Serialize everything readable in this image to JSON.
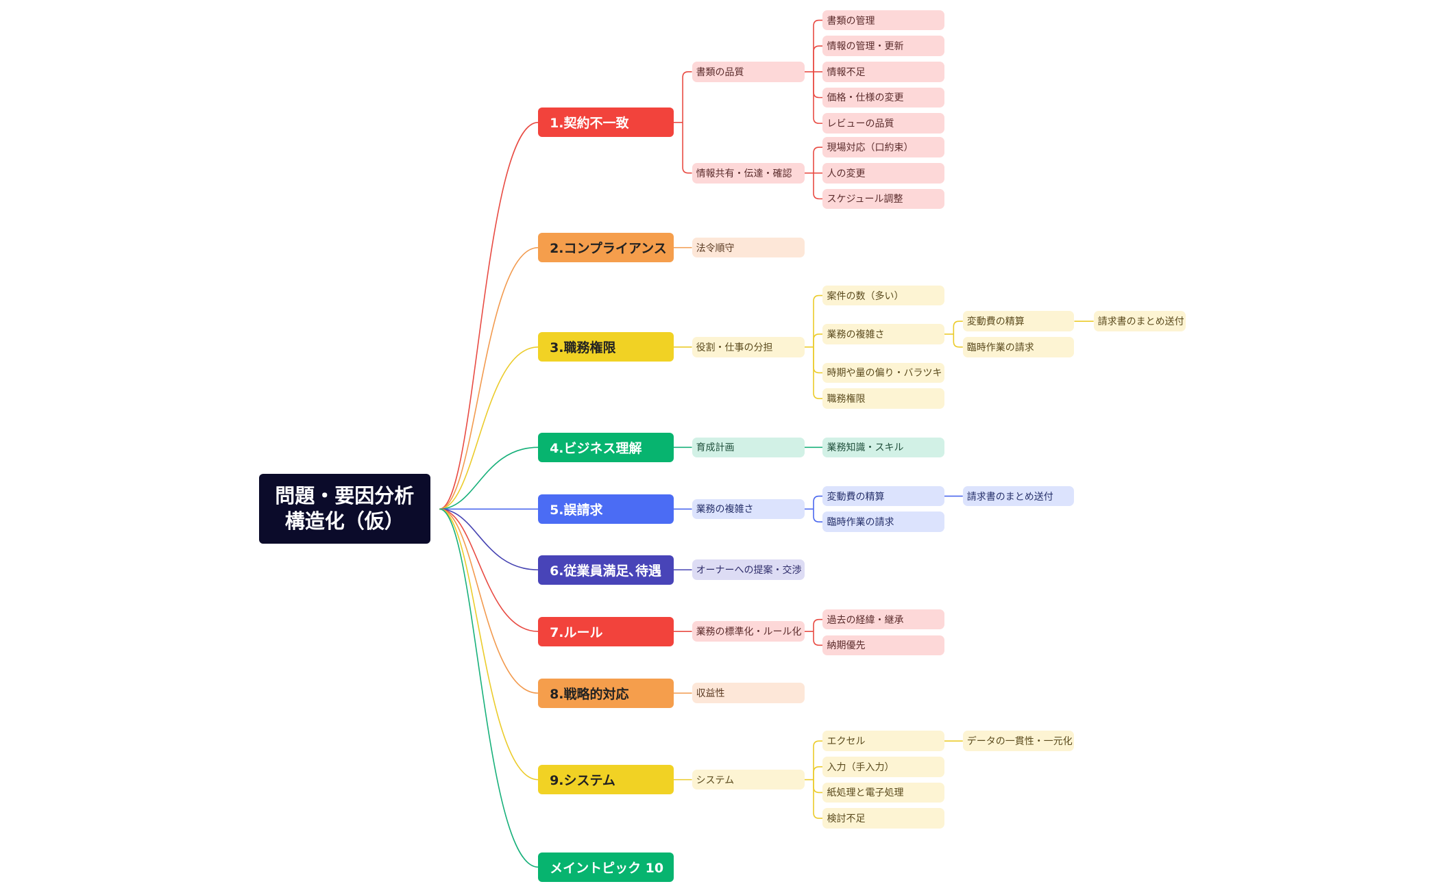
{
  "palette": {
    "red": {
      "fill": "#F2433C",
      "text": "#ffffff",
      "light": "#FDD8D8",
      "line": "#E84A42",
      "lightText": "#5a2b2b"
    },
    "orange": {
      "fill": "#F59E4C",
      "text": "#222222",
      "light": "#FDE7D8",
      "line": "#F29A4E",
      "lightText": "#5a3a22"
    },
    "yellow": {
      "fill": "#F1D224",
      "text": "#222222",
      "light": "#FDF4D3",
      "line": "#EBCB2A",
      "lightText": "#5a4a1d"
    },
    "green": {
      "fill": "#07B46F",
      "text": "#ffffff",
      "light": "#D2F1E6",
      "line": "#17B07A",
      "lightText": "#1f4f3b"
    },
    "blue": {
      "fill": "#4B6CF4",
      "text": "#ffffff",
      "light": "#DCE3FD",
      "line": "#4A67EE",
      "lightText": "#26306a"
    },
    "indigo": {
      "fill": "#4844B8",
      "text": "#ffffff",
      "light": "#DDDCF4",
      "line": "#4643B2",
      "lightText": "#2e2c6a"
    },
    "central": "#0B0B2A"
  },
  "mindmap": {
    "root": {
      "title": "問題・要因分析\n構造化（仮）",
      "children": [
        {
          "label": "1.契約不一致",
          "color": "red",
          "children": [
            {
              "label": "書類の品質",
              "children": [
                {
                  "label": "書類の管理"
                },
                {
                  "label": "情報の管理・更新"
                },
                {
                  "label": "情報不足"
                },
                {
                  "label": "価格・仕様の変更"
                },
                {
                  "label": "レビューの品質"
                }
              ]
            },
            {
              "label": "情報共有・伝達・確認",
              "children": [
                {
                  "label": "現場対応（口約束）"
                },
                {
                  "label": "人の変更"
                },
                {
                  "label": "スケジュール調整"
                }
              ]
            }
          ]
        },
        {
          "label": "2.コンプライアンス",
          "color": "orange",
          "children": [
            {
              "label": "法令順守"
            }
          ]
        },
        {
          "label": "3.職務権限",
          "color": "yellow",
          "children": [
            {
              "label": "役割・仕事の分担",
              "children": [
                {
                  "label": "案件の数（多い）"
                },
                {
                  "label": "業務の複雑さ",
                  "children": [
                    {
                      "label": "変動費の精算",
                      "children": [
                        {
                          "label": "請求書のまとめ送付"
                        }
                      ]
                    },
                    {
                      "label": "臨時作業の請求"
                    }
                  ]
                },
                {
                  "label": "時期や量の偏り・バラツキ"
                },
                {
                  "label": "職務権限"
                }
              ]
            }
          ]
        },
        {
          "label": "4.ビジネス理解",
          "color": "green",
          "children": [
            {
              "label": "育成計画",
              "children": [
                {
                  "label": "業務知識・スキル"
                }
              ]
            }
          ]
        },
        {
          "label": "5.誤請求",
          "color": "blue",
          "children": [
            {
              "label": "業務の複雑さ",
              "children": [
                {
                  "label": "変動費の精算",
                  "children": [
                    {
                      "label": "請求書のまとめ送付"
                    }
                  ]
                },
                {
                  "label": "臨時作業の請求"
                }
              ]
            }
          ]
        },
        {
          "label": "6.従業員満足､待遇",
          "color": "indigo",
          "children": [
            {
              "label": "オーナーへの提案・交渉"
            }
          ]
        },
        {
          "label": "7.ルール",
          "color": "red",
          "children": [
            {
              "label": "業務の標準化・ルール化",
              "children": [
                {
                  "label": "過去の経緯・継承"
                },
                {
                  "label": "納期優先"
                }
              ]
            }
          ]
        },
        {
          "label": "8.戦略的対応",
          "color": "orange",
          "children": [
            {
              "label": "収益性"
            }
          ]
        },
        {
          "label": "9.システム",
          "color": "yellow",
          "children": [
            {
              "label": "システム",
              "children": [
                {
                  "label": "エクセル",
                  "children": [
                    {
                      "label": "データの一貫性・一元化"
                    }
                  ]
                },
                {
                  "label": "入力（手入力）"
                },
                {
                  "label": "紙処理と電子処理"
                },
                {
                  "label": "検討不足"
                }
              ]
            }
          ]
        },
        {
          "label": "メイントピック 10",
          "color": "green",
          "children": []
        }
      ]
    }
  }
}
